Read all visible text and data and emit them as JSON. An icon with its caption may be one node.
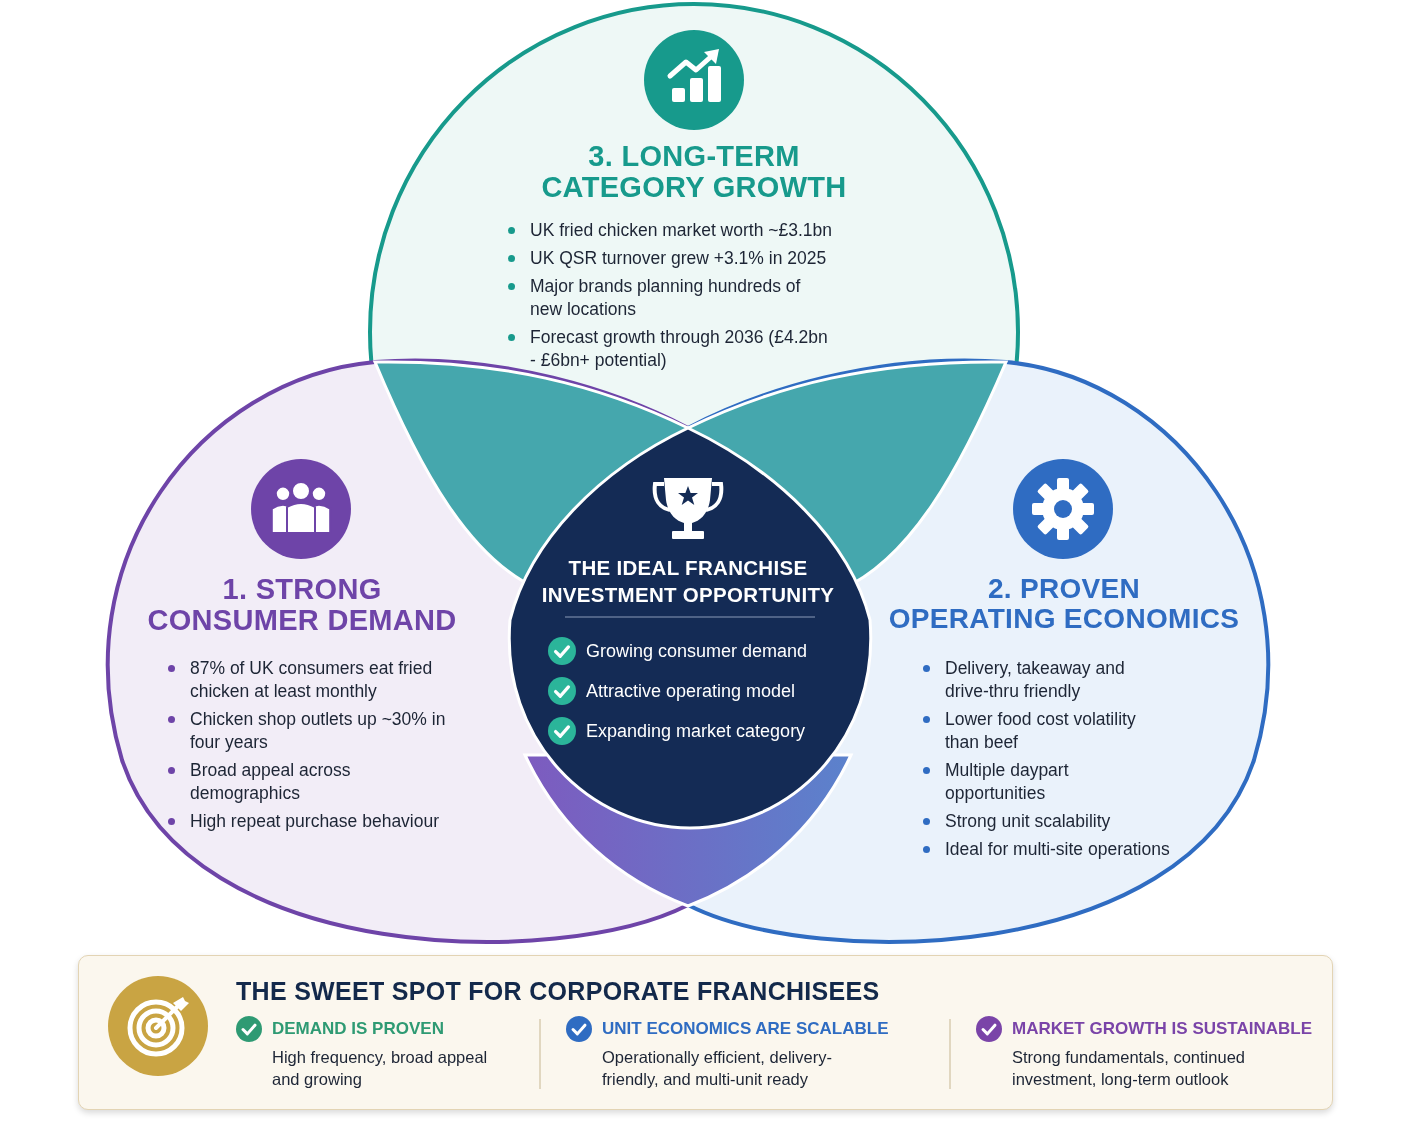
{
  "diagram": {
    "nodes": [
      {
        "text": [
          "3. LONG-TERM CATEGORY GROWTH",
          "UK fried chicken market worth ~£3.1bn",
          "UK QSR turnover grew +3.1% in 2025",
          "Major brands planning hundreds of new locations",
          "Forecast growth through 2036 (£4.2bn - £6bn+ potential)"
        ]
      },
      {
        "text": [
          "1. STRONG CONSUMER DEMAND",
          "87% of UK consumers eat fried chicken at least monthly",
          "Chicken shop outlets up ~30% in four years",
          "Broad appeal across demographics",
          "High repeat purchase behaviour"
        ]
      },
      {
        "text": [
          "THE IDEAL FRANCHISE INVESTMENT OPPORTUNITY",
          "Growing consumer demand",
          "Attractive operating model",
          "Expanding market category"
        ]
      },
      {
        "text": [
          "2. PROVEN OPERATING ECONOMICS",
          "Delivery, takeaway and drive-thru friendly",
          "Lower food cost volatility than beef",
          "Multiple daypart opportunities",
          "Strong unit scalability",
          "Ideal for multi-site operations"
        ]
      },
      {
        "text": [
          "THE SWEET SPOT FOR CORPORATE FRANCHISEES",
          "DEMAND IS PROVEN",
          "High frequency, broad appeal and growing",
          "UNIT ECONOMICS ARE SCALABLE",
          "Operationally efficient, delivery-friendly, and multi-unit ready",
          "MARKET GROWTH IS SUSTAINABLE",
          "Strong fundamentals, continued investment, long-term outlook"
        ]
      }
    ]
  }
}
